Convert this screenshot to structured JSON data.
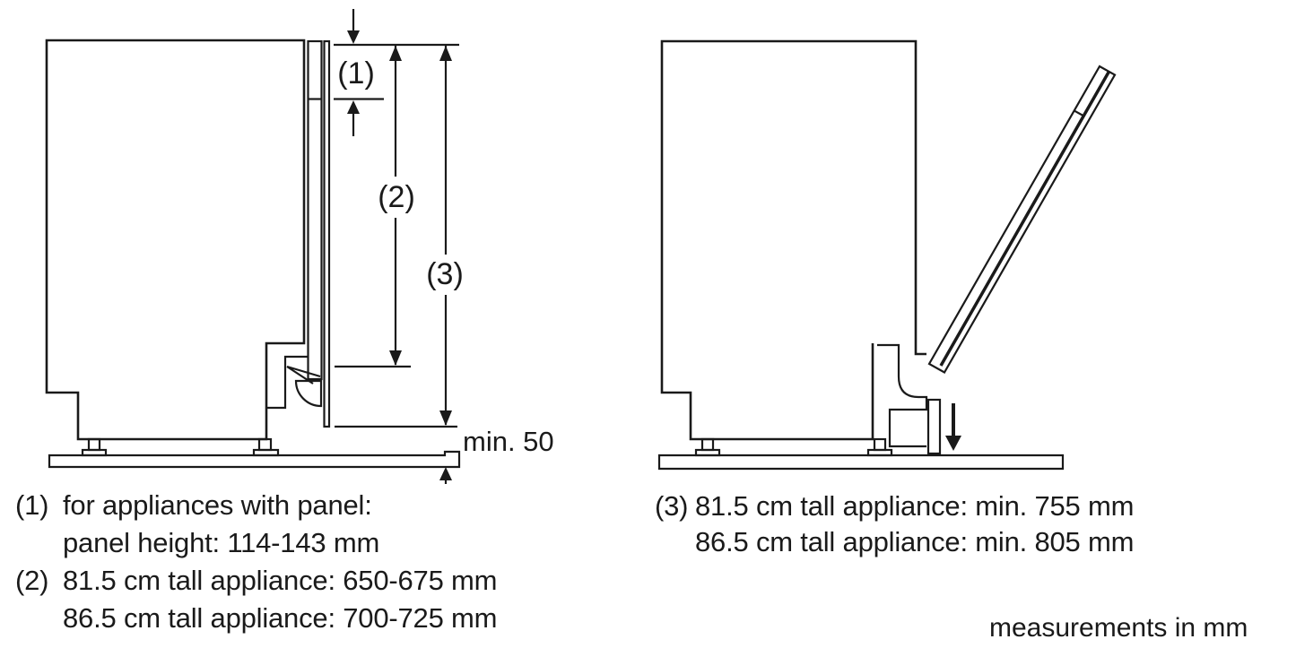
{
  "figure": {
    "type": "appliance-installation-diagram",
    "labels": {
      "d1": "(1)",
      "d2": "(2)",
      "d3": "(3)",
      "min_gap": "min. 50"
    },
    "notes_left": [
      {
        "marker": "(1)",
        "lines": [
          "for appliances with panel:",
          "panel height: 114-143 mm"
        ]
      },
      {
        "marker": "(2)",
        "lines": [
          "81.5 cm tall appliance: 650-675 mm",
          "86.5 cm tall appliance: 700-725 mm"
        ]
      }
    ],
    "notes_right": [
      {
        "marker": "(3)",
        "lines": [
          "81.5 cm tall appliance: min. 755 mm",
          "86.5 cm tall appliance: min. 805 mm"
        ]
      }
    ],
    "footer": "measurements in mm",
    "colors": {
      "line": "#1a1a1a",
      "text": "#1a1a1a",
      "background": "#ffffff"
    }
  }
}
